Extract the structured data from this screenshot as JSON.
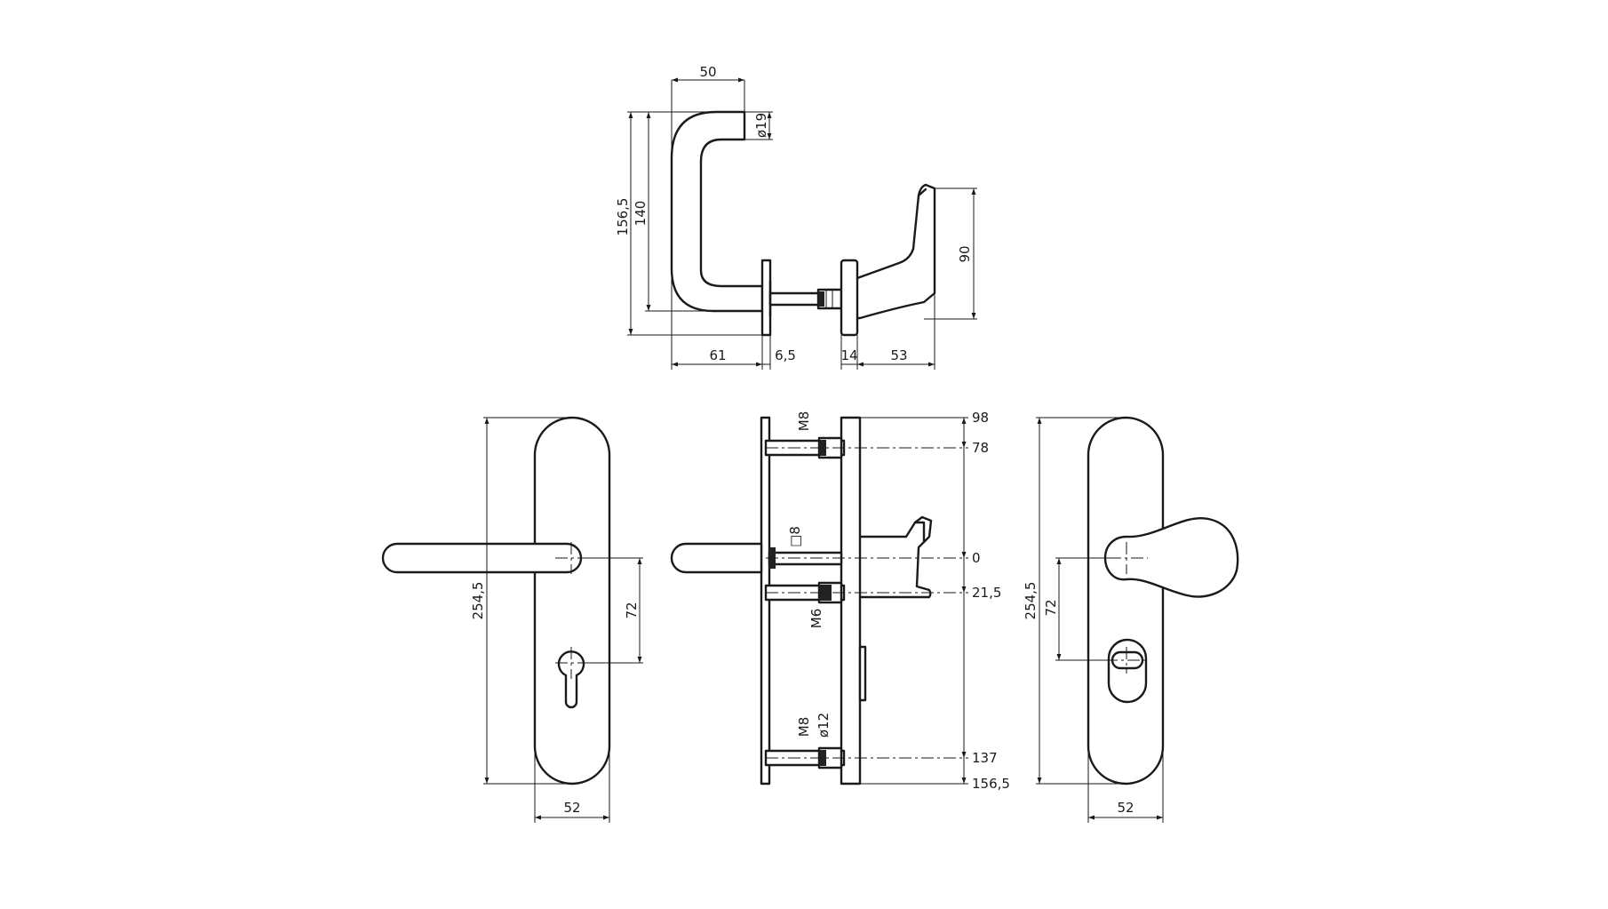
{
  "diagram": {
    "top_view": {
      "dims": {
        "handle_depth": "50",
        "rose_depth": "ø19",
        "overall_height": "156,5",
        "handle_height": "140",
        "knob_height": "90",
        "projection_left": "61",
        "rose_thickness": "6,5",
        "rose_thickness_right": "14",
        "projection_right": "53"
      }
    },
    "front_left": {
      "dims": {
        "plate_height": "254,5",
        "handle_to_cylinder": "72",
        "plate_width": "52"
      }
    },
    "side_section": {
      "dims": {
        "thread_top": "M8",
        "spindle_square": "□8",
        "thread_mid": "M6",
        "thread_bottom": "M8",
        "bolt_diameter": "ø12"
      },
      "levels": [
        "98",
        "78",
        "0",
        "21,5",
        "137",
        "156,5"
      ]
    },
    "front_right": {
      "dims": {
        "plate_height": "254,5",
        "handle_to_cylinder": "72",
        "plate_width": "52"
      }
    }
  }
}
